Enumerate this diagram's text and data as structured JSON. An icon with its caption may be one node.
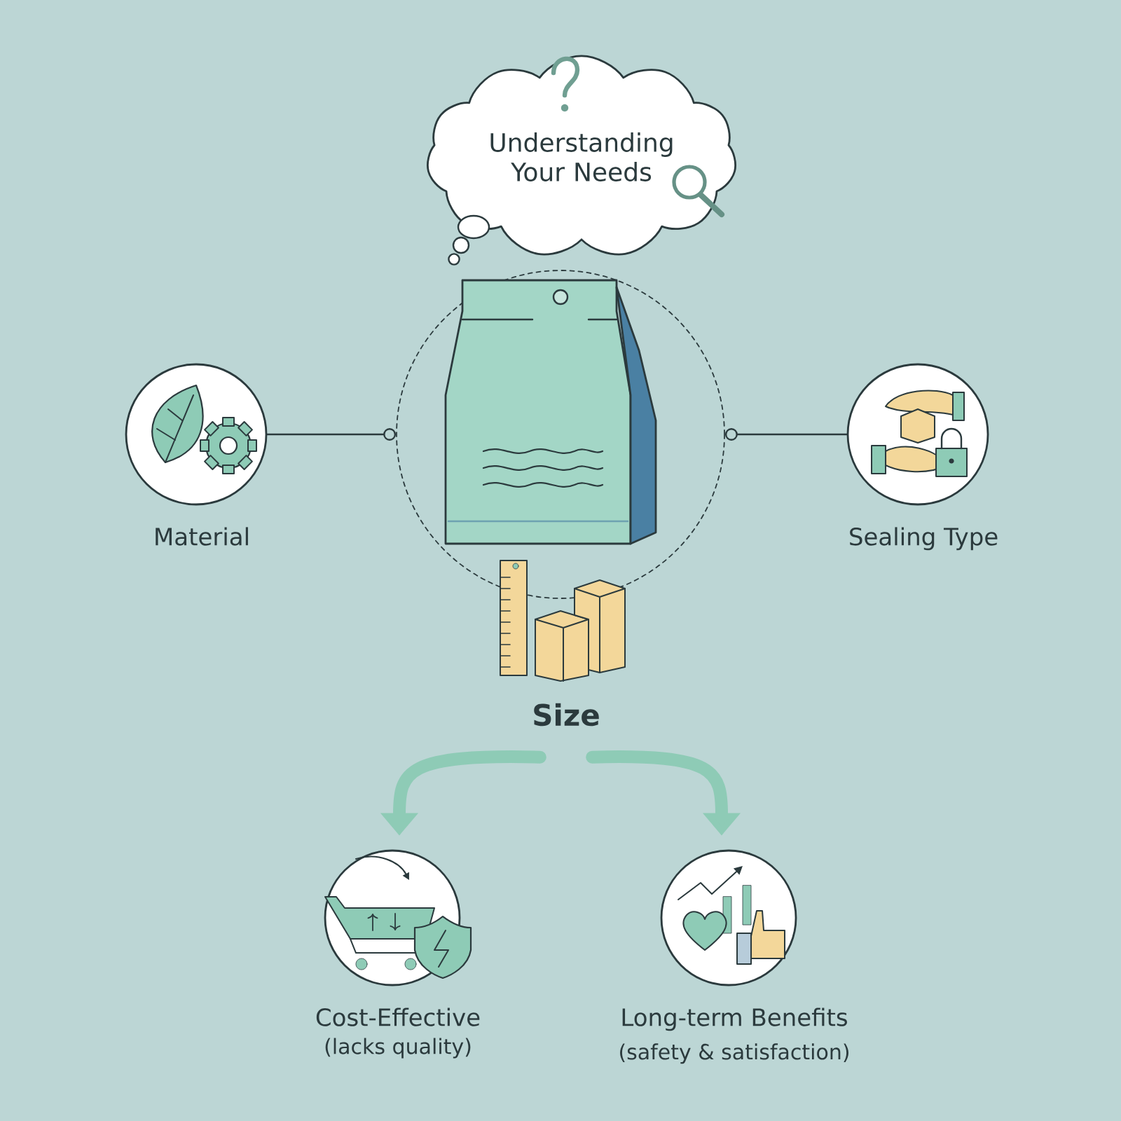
{
  "diagram": {
    "nodes": [
      {
        "text": [
          "Understanding Your Needs"
        ]
      },
      {
        "text": [],
        "shape": "picture"
      },
      {
        "text": [
          "Material"
        ]
      },
      {
        "text": [
          "Sealing Type"
        ]
      },
      {
        "text": [
          "Size"
        ]
      },
      {
        "text": [
          "Cost-Effective",
          "(lacks quality)"
        ]
      },
      {
        "text": [
          "Long-term Benefits",
          "(safety & satisfaction)"
        ]
      }
    ],
    "edges": [
      {
        "from": 2,
        "to": 1,
        "arrow": "other"
      },
      {
        "from": 3,
        "to": 1,
        "arrow": "other"
      },
      {
        "from": 4,
        "to": 5,
        "arrow": "to",
        "style": "thick",
        "color": "#8ecbb6"
      },
      {
        "from": 4,
        "to": 6,
        "arrow": "to",
        "style": "thick",
        "color": "#8ecbb6"
      }
    ]
  }
}
